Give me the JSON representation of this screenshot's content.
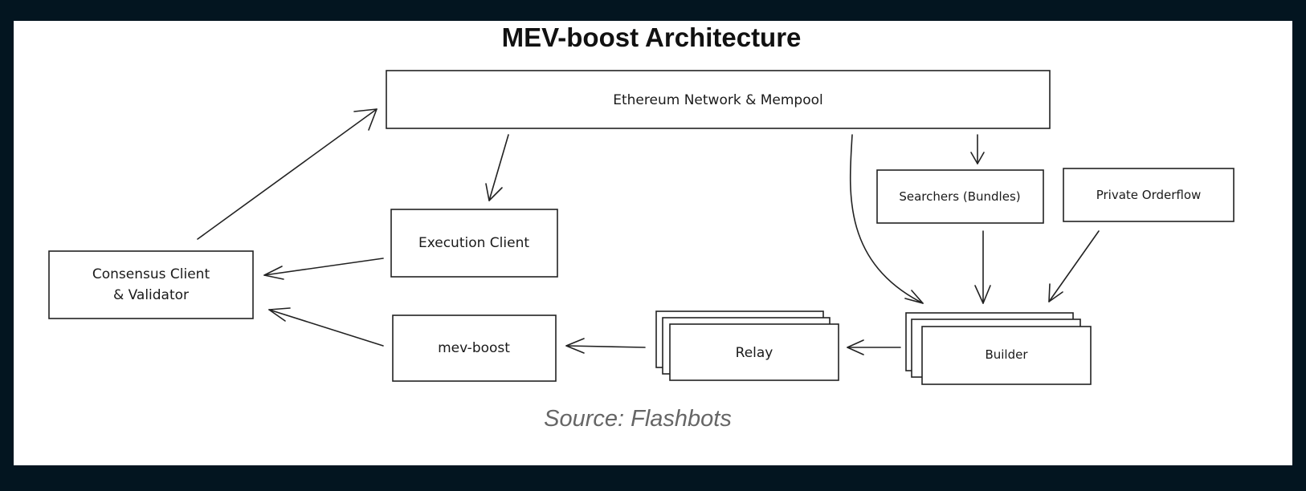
{
  "title": "MEV-boost Architecture",
  "source": "Source: Flashbots",
  "nodes": {
    "ethereum_network": "Ethereum Network & Mempool",
    "execution_client": "Execution Client",
    "consensus_client_line1": "Consensus Client",
    "consensus_client_line2": "& Validator",
    "mev_boost": "mev-boost",
    "relay": "Relay",
    "builder": "Builder",
    "searchers": "Searchers (Bundles)",
    "private_orderflow": "Private Orderflow"
  },
  "colors": {
    "background": "#031520",
    "panel": "#ffffff",
    "green_fill": "#b2f2bb",
    "blue_fill": "#a5d8ff",
    "stroke": "#222222"
  }
}
